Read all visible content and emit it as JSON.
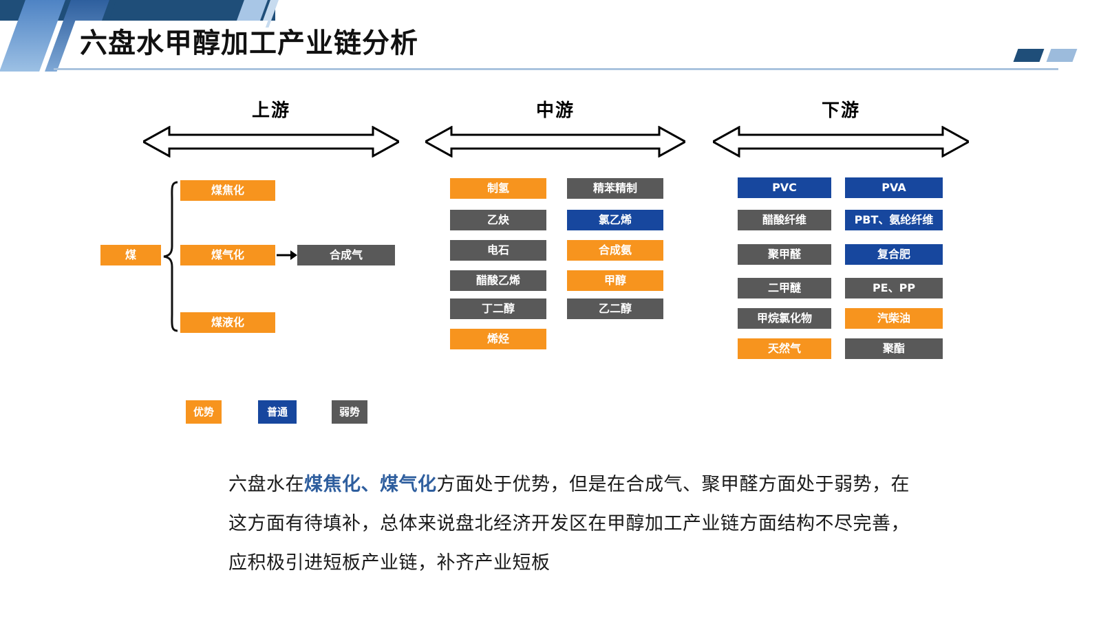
{
  "slide": {
    "title": "六盘水甲醇加工产业链分析",
    "theme": {
      "navy": "#1F4E79",
      "orange": "#F7941E",
      "blue": "#17479E",
      "gray": "#595959",
      "rule": "#A9C3DE",
      "highlight_text": "#2E5E9E"
    }
  },
  "sections": [
    {
      "id": "upstream",
      "title": "上游"
    },
    {
      "id": "midstream",
      "title": "中游"
    },
    {
      "id": "downstream",
      "title": "下游"
    }
  ],
  "upstream": {
    "source": {
      "label": "煤",
      "status": "优势"
    },
    "processes": [
      {
        "label": "煤焦化",
        "status": "优势"
      },
      {
        "label": "煤气化",
        "status": "优势"
      },
      {
        "label": "煤液化",
        "status": "优势"
      }
    ],
    "product": {
      "label": "合成气",
      "status": "弱势"
    }
  },
  "midstream": {
    "column_a": [
      {
        "label": "制氢",
        "status": "优势"
      },
      {
        "label": "乙炔",
        "status": "弱势"
      },
      {
        "label": "电石",
        "status": "弱势"
      },
      {
        "label": "醋酸乙烯",
        "status": "弱势"
      },
      {
        "label": "丁二醇",
        "status": "弱势"
      },
      {
        "label": "烯烃",
        "status": "优势"
      }
    ],
    "column_b": [
      {
        "label": "精苯精制",
        "status": "弱势"
      },
      {
        "label": "氯乙烯",
        "status": "普通"
      },
      {
        "label": "合成氨",
        "status": "优势"
      },
      {
        "label": "甲醇",
        "status": "优势"
      },
      {
        "label": "乙二醇",
        "status": "弱势"
      }
    ]
  },
  "downstream": {
    "column_a": [
      {
        "label": "PVC",
        "status": "普通"
      },
      {
        "label": "醋酸纤维",
        "status": "弱势"
      },
      {
        "label": "聚甲醛",
        "status": "弱势"
      },
      {
        "label": "二甲醚",
        "status": "弱势"
      },
      {
        "label": "甲烷氯化物",
        "status": "弱势"
      },
      {
        "label": "天然气",
        "status": "优势"
      }
    ],
    "column_b": [
      {
        "label": "PVA",
        "status": "普通"
      },
      {
        "label": "PBT、氨纶纤维",
        "status": "普通"
      },
      {
        "label": "复合肥",
        "status": "普通"
      },
      {
        "label": "PE、PP",
        "status": "弱势"
      },
      {
        "label": "汽柴油",
        "status": "优势"
      },
      {
        "label": "聚酯",
        "status": "弱势"
      }
    ]
  },
  "legend": [
    {
      "label": "优势",
      "color": "#F7941E"
    },
    {
      "label": "普通",
      "color": "#17479E"
    },
    {
      "label": "弱势",
      "color": "#595959"
    }
  ],
  "summary": {
    "part1": "六盘水在",
    "highlight": "煤焦化、煤气化",
    "part2": "方面处于优势，但是在合成气、聚甲醛方面处于弱势，在这方面有待填补，总体来说盘北经济开发区在甲醇加工产业链方面结构不尽完善，应积极引进短板产业链，补齐产业短板"
  }
}
